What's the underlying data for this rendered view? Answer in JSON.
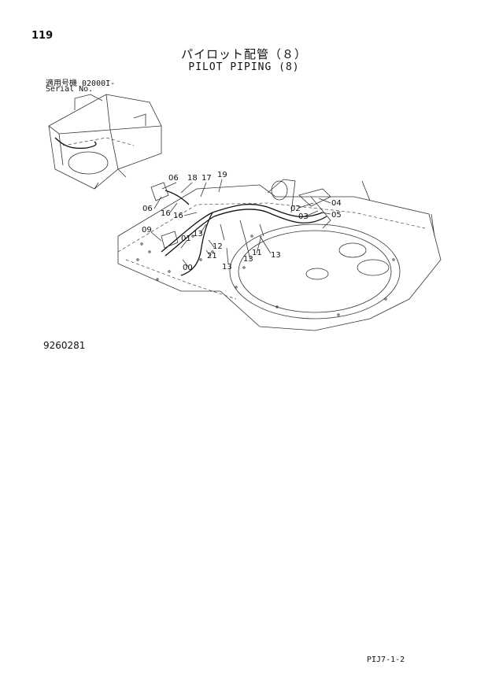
{
  "page": {
    "number": "119",
    "title_jp": "パイロット配管（８）",
    "title_en": "PILOT PIPING (8)",
    "serial_label_jp": "適用号機  02000I-",
    "serial_label_en": "Serial No.",
    "drawing_number": "9260281",
    "footer_code": "PIJ7-1-2"
  },
  "callouts": [
    "06",
    "18",
    "17",
    "19",
    "06",
    "16",
    "16",
    "09",
    "01",
    "13",
    "12",
    "21",
    "00",
    "13",
    "13",
    "11",
    "13",
    "02",
    "04",
    "03",
    "05"
  ]
}
